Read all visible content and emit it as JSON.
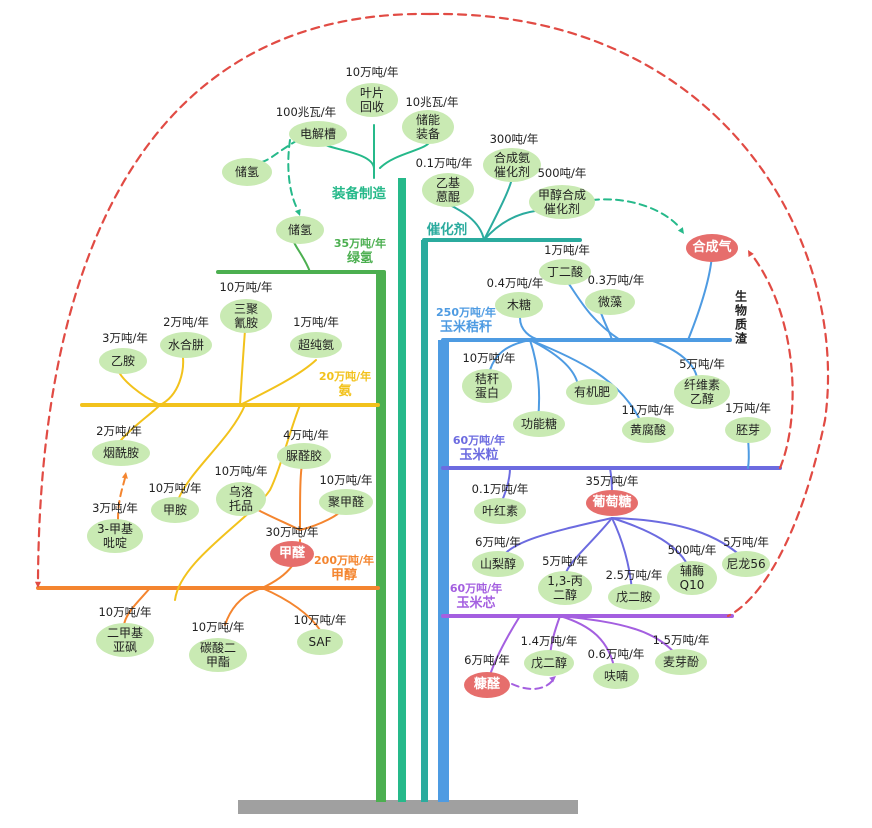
{
  "colors": {
    "green": "#4caf50",
    "teal": "#26b98a",
    "teal2": "#2bab9e",
    "blue": "#4e9be2",
    "indigo": "#6c6be0",
    "purple": "#a45fe0",
    "yellow": "#f2c21c",
    "orange": "#f4852f",
    "red": "#e14b44",
    "node_fill": "#c9eab3",
    "red_node": "#e66e6c",
    "ground": "#a0a0a0"
  },
  "trunks": [
    {
      "key": "green",
      "label": ""
    },
    {
      "key": "teal",
      "label": "装备制造"
    },
    {
      "key": "teal2",
      "label": "催化剂"
    },
    {
      "key": "blue",
      "label": ""
    }
  ],
  "branch_labels": [
    {
      "key": "green",
      "sub": "35万吨/年",
      "main": "绿氢"
    },
    {
      "key": "yellow",
      "sub": "20万吨/年",
      "main": "氨"
    },
    {
      "key": "orange",
      "sub": "200万吨/年",
      "main": "甲醇"
    },
    {
      "key": "blue",
      "sub": "250万吨/年",
      "main": "玉米秸秆"
    },
    {
      "key": "indigo",
      "sub": "60万吨/年",
      "main": "玉米粒"
    },
    {
      "key": "purple",
      "sub": "60万吨/年",
      "main": "玉米芯"
    }
  ],
  "side_label": "生物质渣",
  "nodes": [
    {
      "id": "n1",
      "label": "叶片\n回收",
      "cap": "10万吨/年"
    },
    {
      "id": "n2",
      "label": "电解槽",
      "cap": "100兆瓦/年"
    },
    {
      "id": "n3",
      "label": "储能\n装备",
      "cap": "10兆瓦/年"
    },
    {
      "id": "n4",
      "label": "储氢",
      "cap": ""
    },
    {
      "id": "n5",
      "label": "储氢",
      "cap": ""
    },
    {
      "id": "n6",
      "label": "乙基\n蒽醌",
      "cap": "0.1万吨/年"
    },
    {
      "id": "n7",
      "label": "合成氨\n催化剂",
      "cap": "300吨/年"
    },
    {
      "id": "n8",
      "label": "甲醇合成\n催化剂",
      "cap": "500吨/年"
    },
    {
      "id": "n9",
      "label": "合成气",
      "cap": ""
    },
    {
      "id": "n10",
      "label": "三聚\n氰胺",
      "cap": "10万吨/年"
    },
    {
      "id": "n11",
      "label": "水合肼",
      "cap": "2万吨/年"
    },
    {
      "id": "n12",
      "label": "乙胺",
      "cap": "3万吨/年"
    },
    {
      "id": "n13",
      "label": "超纯氨",
      "cap": "1万吨/年"
    },
    {
      "id": "n14",
      "label": "烟酰胺",
      "cap": "2万吨/年"
    },
    {
      "id": "n15",
      "label": "脲醛胶",
      "cap": "4万吨/年"
    },
    {
      "id": "n16",
      "label": "乌洛\n托品",
      "cap": "10万吨/年"
    },
    {
      "id": "n17",
      "label": "甲胺",
      "cap": "10万吨/年"
    },
    {
      "id": "n18",
      "label": "聚甲醛",
      "cap": "10万吨/年"
    },
    {
      "id": "n19",
      "label": "3-甲基\n吡啶",
      "cap": "3万吨/年"
    },
    {
      "id": "n20",
      "label": "甲醛",
      "cap": "30万吨/年"
    },
    {
      "id": "n21",
      "label": "二甲基\n亚砜",
      "cap": "10万吨/年"
    },
    {
      "id": "n22",
      "label": "碳酸二\n甲酯",
      "cap": "10万吨/年"
    },
    {
      "id": "n23",
      "label": "SAF",
      "cap": "10万吨/年"
    },
    {
      "id": "n24",
      "label": "丁二酸",
      "cap": "1万吨/年"
    },
    {
      "id": "n25",
      "label": "木糖",
      "cap": "0.4万吨/年"
    },
    {
      "id": "n26",
      "label": "微藻",
      "cap": "0.3万吨/年"
    },
    {
      "id": "n27",
      "label": "秸秆\n蛋白",
      "cap": "10万吨/年"
    },
    {
      "id": "n28",
      "label": "有机肥",
      "cap": ""
    },
    {
      "id": "n29",
      "label": "纤维素\n乙醇",
      "cap": "5万吨/年"
    },
    {
      "id": "n30",
      "label": "功能糖",
      "cap": ""
    },
    {
      "id": "n31",
      "label": "黄腐酸",
      "cap": "11万吨/年"
    },
    {
      "id": "n32",
      "label": "胚芽",
      "cap": "1万吨/年"
    },
    {
      "id": "n33",
      "label": "叶红素",
      "cap": "0.1万吨/年"
    },
    {
      "id": "n34",
      "label": "葡萄糖",
      "cap": "35万吨/年"
    },
    {
      "id": "n35",
      "label": "山梨醇",
      "cap": "6万吨/年"
    },
    {
      "id": "n36",
      "label": "1,3-丙\n二醇",
      "cap": "5万吨/年"
    },
    {
      "id": "n37",
      "label": "戊二胺",
      "cap": "2.5万吨/年"
    },
    {
      "id": "n38",
      "label": "辅酶\nQ10",
      "cap": "500吨/年"
    },
    {
      "id": "n39",
      "label": "尼龙56",
      "cap": "5万吨/年"
    },
    {
      "id": "n40",
      "label": "糠醛",
      "cap": "6万吨/年"
    },
    {
      "id": "n41",
      "label": "戊二醇",
      "cap": "1.4万吨/年"
    },
    {
      "id": "n42",
      "label": "呋喃",
      "cap": "0.6万吨/年"
    },
    {
      "id": "n43",
      "label": "麦芽酚",
      "cap": "1.5万吨/年"
    }
  ]
}
